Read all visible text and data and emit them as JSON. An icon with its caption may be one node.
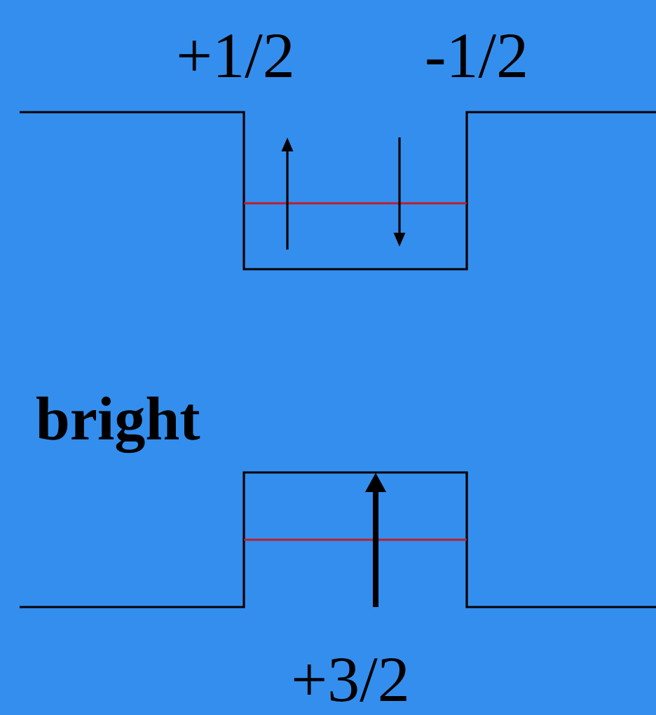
{
  "diagram": {
    "labels": [
      "+1/2",
      "-1/2",
      "bright",
      "+3/2"
    ]
  }
}
